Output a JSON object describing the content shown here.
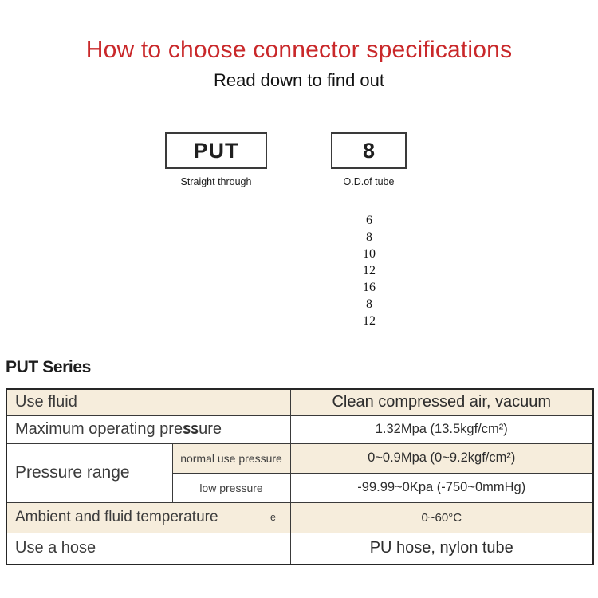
{
  "header": {
    "title": "How to choose connector specifications",
    "subtitle": "Read down to find out"
  },
  "selector": {
    "model_code": "PUT",
    "model_caption": "Straight through",
    "size_code": "8",
    "size_caption": "O.D.of tube",
    "size_options": [
      "6",
      "8",
      "10",
      "12",
      "16",
      "8",
      "12"
    ]
  },
  "series": {
    "heading": "PUT Series"
  },
  "table": {
    "rows": [
      {
        "label": "Use fluid",
        "value": "Clean compressed air, vacuum"
      },
      {
        "label_before": "Maximum operating pre",
        "label_overlap": "ss",
        "label_after": "ure",
        "value": "1.32Mpa (13.5kgf/cm²)"
      },
      {
        "group_label": "Pressure range",
        "sub_label": "normal use pressure",
        "value": "0~0.9Mpa (0~9.2kgf/cm²)"
      },
      {
        "sub_label": "low pressure",
        "value": "-99.99~0Kpa (-750~0mmHg)"
      },
      {
        "label": "Ambient and fluid temperature",
        "stray_text": "e",
        "value": "0~60°C"
      },
      {
        "label": "Use a hose",
        "value": "PU hose, nylon tube"
      }
    ]
  },
  "colors": {
    "accent_red": "#c9282a",
    "row_highlight": "#f6eddc",
    "table_line": "#3a3a3a"
  }
}
